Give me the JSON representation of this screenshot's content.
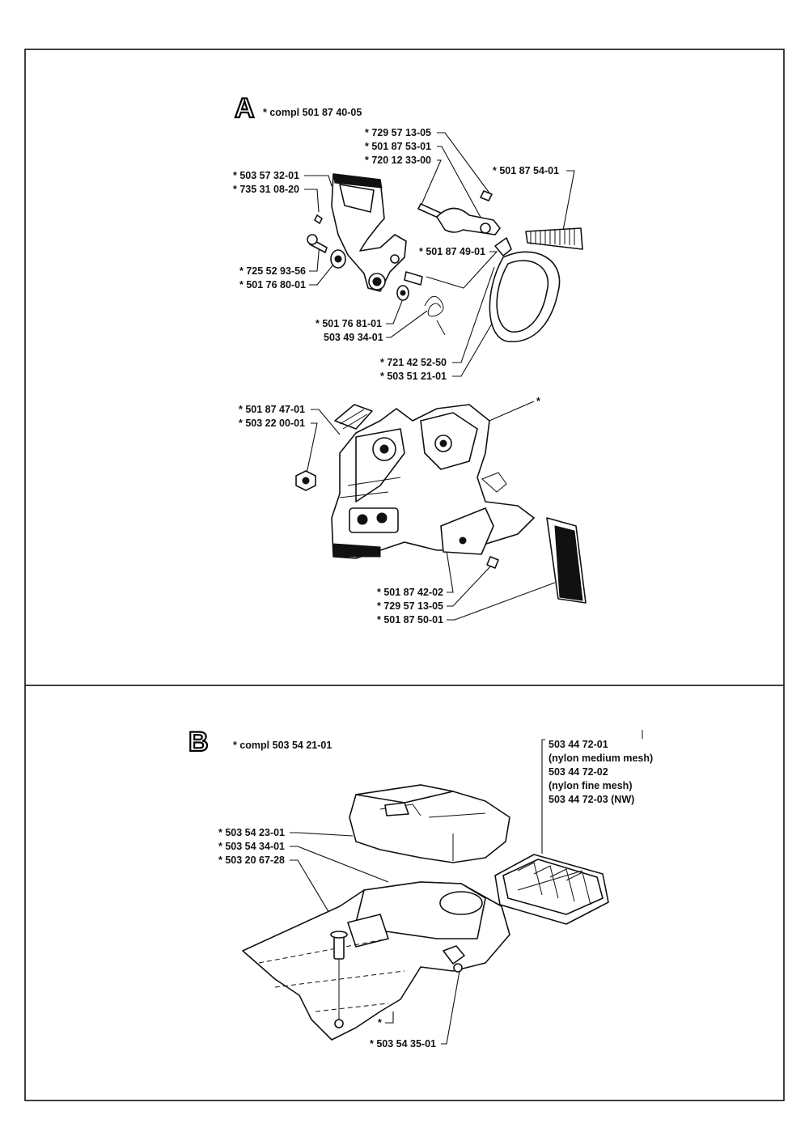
{
  "section_a": {
    "letter": "A",
    "compl": "* compl 501 87 40-05",
    "labels": {
      "l1": "* 729 57 13-05",
      "l2": "* 501 87 53-01",
      "l3": "* 720 12 33-00",
      "l4": "* 501 87 54-01",
      "l5": "* 503 57 32-01",
      "l6": "* 735 31 08-20",
      "l7": "* 501 87 49-01",
      "l8": "* 725 52 93-56",
      "l9": "* 501 76 80-01",
      "l10": "* 501 76 81-01",
      "l11": "503 49 34-01",
      "l12": "* 721 42 52-50",
      "l13": "* 503 51 21-01",
      "l14": "* 501 87 47-01",
      "l15": "* 503 22 00-01",
      "l16": "*",
      "l17": "* 501 87 42-02",
      "l18": "* 729 57 13-05",
      "l19": "* 501 87 50-01"
    }
  },
  "section_b": {
    "letter": "B",
    "compl": "* compl 503 54 21-01",
    "labels": {
      "m1": "503 44 72-01",
      "m2": "(nylon medium mesh)",
      "m3": "503 44 72-02",
      "m4": "(nylon fine mesh)",
      "m5": "503 44 72-03 (NW)",
      "m6": "* 503 54 23-01",
      "m7": "* 503 54 34-01",
      "m8": "* 503 20 67-28",
      "m9": "*",
      "m10": "* 503 54 35-01"
    }
  }
}
